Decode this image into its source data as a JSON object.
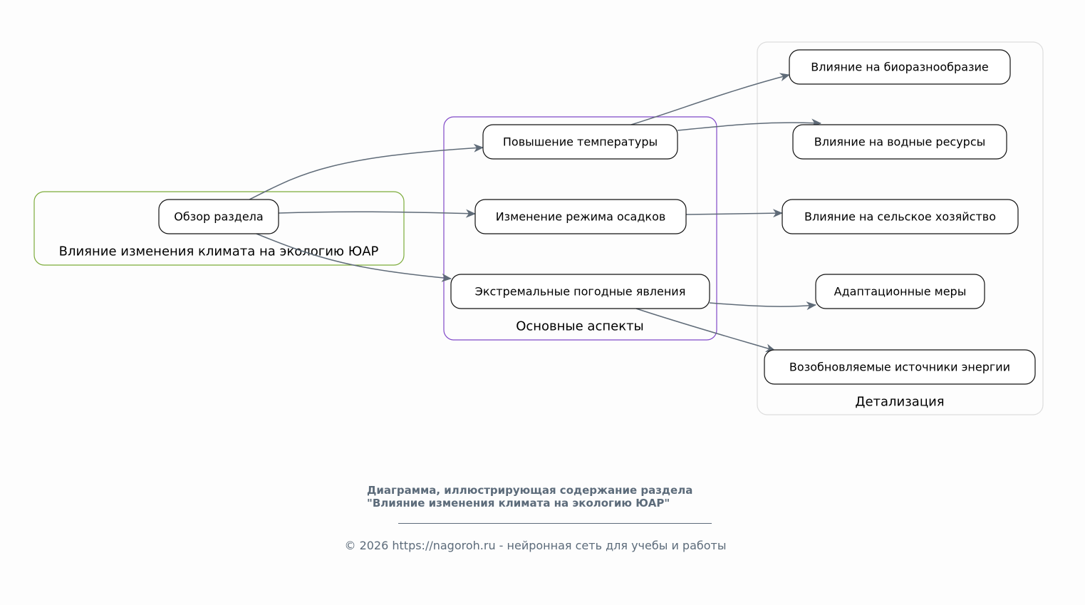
{
  "clusters": {
    "overview": {
      "label": "Влияние изменения климата на экологию ЮАР",
      "color": "#7cab3a"
    },
    "aspects": {
      "label": "Основные аспекты",
      "color": "#8048c8"
    },
    "details": {
      "label": "Детализация",
      "color": "#dddddd"
    }
  },
  "nodes": {
    "n0": "Обзор раздела",
    "a1": "Повышение температуры",
    "a2": "Изменение режима осадков",
    "a3": "Экстремальные погодные явления",
    "d1": "Влияние на биоразнообразие",
    "d2": "Влияние на водные ресурсы",
    "d3": "Влияние на сельское хозяйство",
    "d4": "Адаптационные меры",
    "d5": "Возобновляемые источники энергии"
  },
  "edges": [
    {
      "from": "n0",
      "to": "a1"
    },
    {
      "from": "n0",
      "to": "a2"
    },
    {
      "from": "n0",
      "to": "a3"
    },
    {
      "from": "a1",
      "to": "d1"
    },
    {
      "from": "a1",
      "to": "d2"
    },
    {
      "from": "a2",
      "to": "d3"
    },
    {
      "from": "a3",
      "to": "d4"
    },
    {
      "from": "a3",
      "to": "d5"
    }
  ],
  "edge_color": "#5f6b78",
  "caption": {
    "title_line1": "Диаграмма, иллюстрирующая содержание раздела",
    "title_line2": "\"Влияние изменения климата на экологию ЮАР\"",
    "copyright": "© 2026 https://nagoroh.ru - нейронная сеть для учебы и работы"
  }
}
